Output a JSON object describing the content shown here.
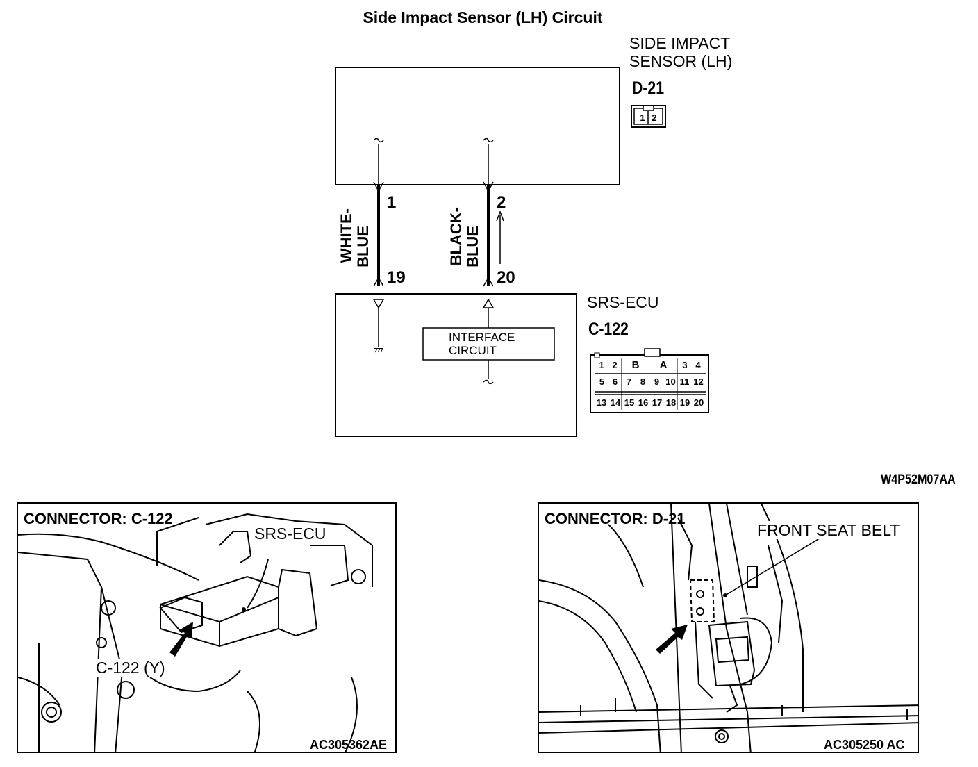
{
  "title": "Side Impact Sensor (LH) Circuit",
  "sensor": {
    "name_line1": "SIDE IMPACT",
    "name_line2": "SENSOR (LH)",
    "connector_id": "D-21",
    "connector_pins": [
      "1",
      "2"
    ]
  },
  "ecu": {
    "name": "SRS-ECU",
    "connector_id": "C-122",
    "interface_line1": "INTERFACE",
    "interface_line2": "CIRCUIT",
    "connector_cells": {
      "row1": [
        "1",
        "2",
        "B",
        "A",
        "3",
        "4"
      ],
      "row2": [
        "5",
        "6",
        "7",
        "8",
        "9",
        "10",
        "11",
        "12"
      ],
      "row3": [
        "13",
        "14",
        "15",
        "16",
        "17",
        "18",
        "19",
        "20"
      ]
    }
  },
  "wires": [
    {
      "color_line1": "WHITE-",
      "color_line2": "BLUE",
      "top_pin": "1",
      "bottom_pin": "19"
    },
    {
      "color_line1": "BLACK-",
      "color_line2": "BLUE",
      "top_pin": "2",
      "bottom_pin": "20"
    }
  ],
  "diagram_code": "W4P52M07AA",
  "panel_left": {
    "title": "CONNECTOR: C-122",
    "label_ecu": "SRS-ECU",
    "label_connector": "C-122 (Y)",
    "code": "AC305362AE"
  },
  "panel_right": {
    "title": "CONNECTOR: D-21",
    "label_belt": "FRONT SEAT BELT",
    "code": "AC305250 AC"
  }
}
